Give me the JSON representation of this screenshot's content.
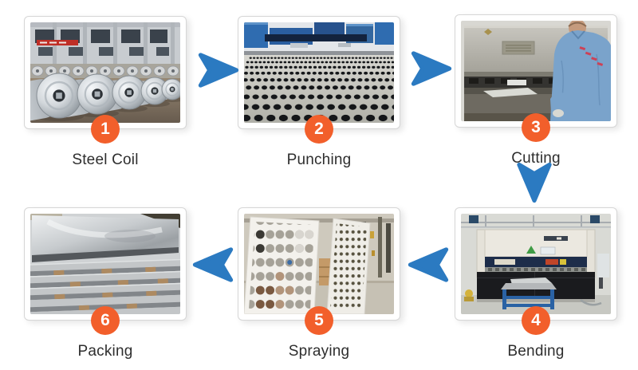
{
  "colors": {
    "arrow_blue": "#2b7ac1",
    "badge_orange": "#f25f2b",
    "badge_number": "#ffffff",
    "label_text": "#2e2e2e",
    "card_border": "#d6d6d6",
    "card_background": "#ffffff",
    "page_background": "#ffffff"
  },
  "steps": [
    {
      "number": "1",
      "label": "Steel Coil",
      "alt": "rows of galvanized steel coils stored inside a factory hall"
    },
    {
      "number": "2",
      "label": "Punching",
      "alt": "perforated metal sheet on a blue CNC punching machine"
    },
    {
      "number": "3",
      "label": "Cutting",
      "alt": "worker in a blue shirt operating a gray shearing machine"
    },
    {
      "number": "4",
      "label": "Bending",
      "alt": "press brake bending machine with blue work table in workshop"
    },
    {
      "number": "5",
      "label": "Spraying",
      "alt": "white powder-coated perforated panels standing in a warehouse"
    },
    {
      "number": "6",
      "label": "Packing",
      "alt": "stacked shiny metal sheets packed with wooden spacers"
    }
  ],
  "arrows": [
    {
      "name": "flow-arrow-1",
      "direction": "right"
    },
    {
      "name": "flow-arrow-2",
      "direction": "right"
    },
    {
      "name": "flow-arrow-3",
      "direction": "down"
    },
    {
      "name": "flow-arrow-4",
      "direction": "left"
    },
    {
      "name": "flow-arrow-5",
      "direction": "left"
    }
  ]
}
